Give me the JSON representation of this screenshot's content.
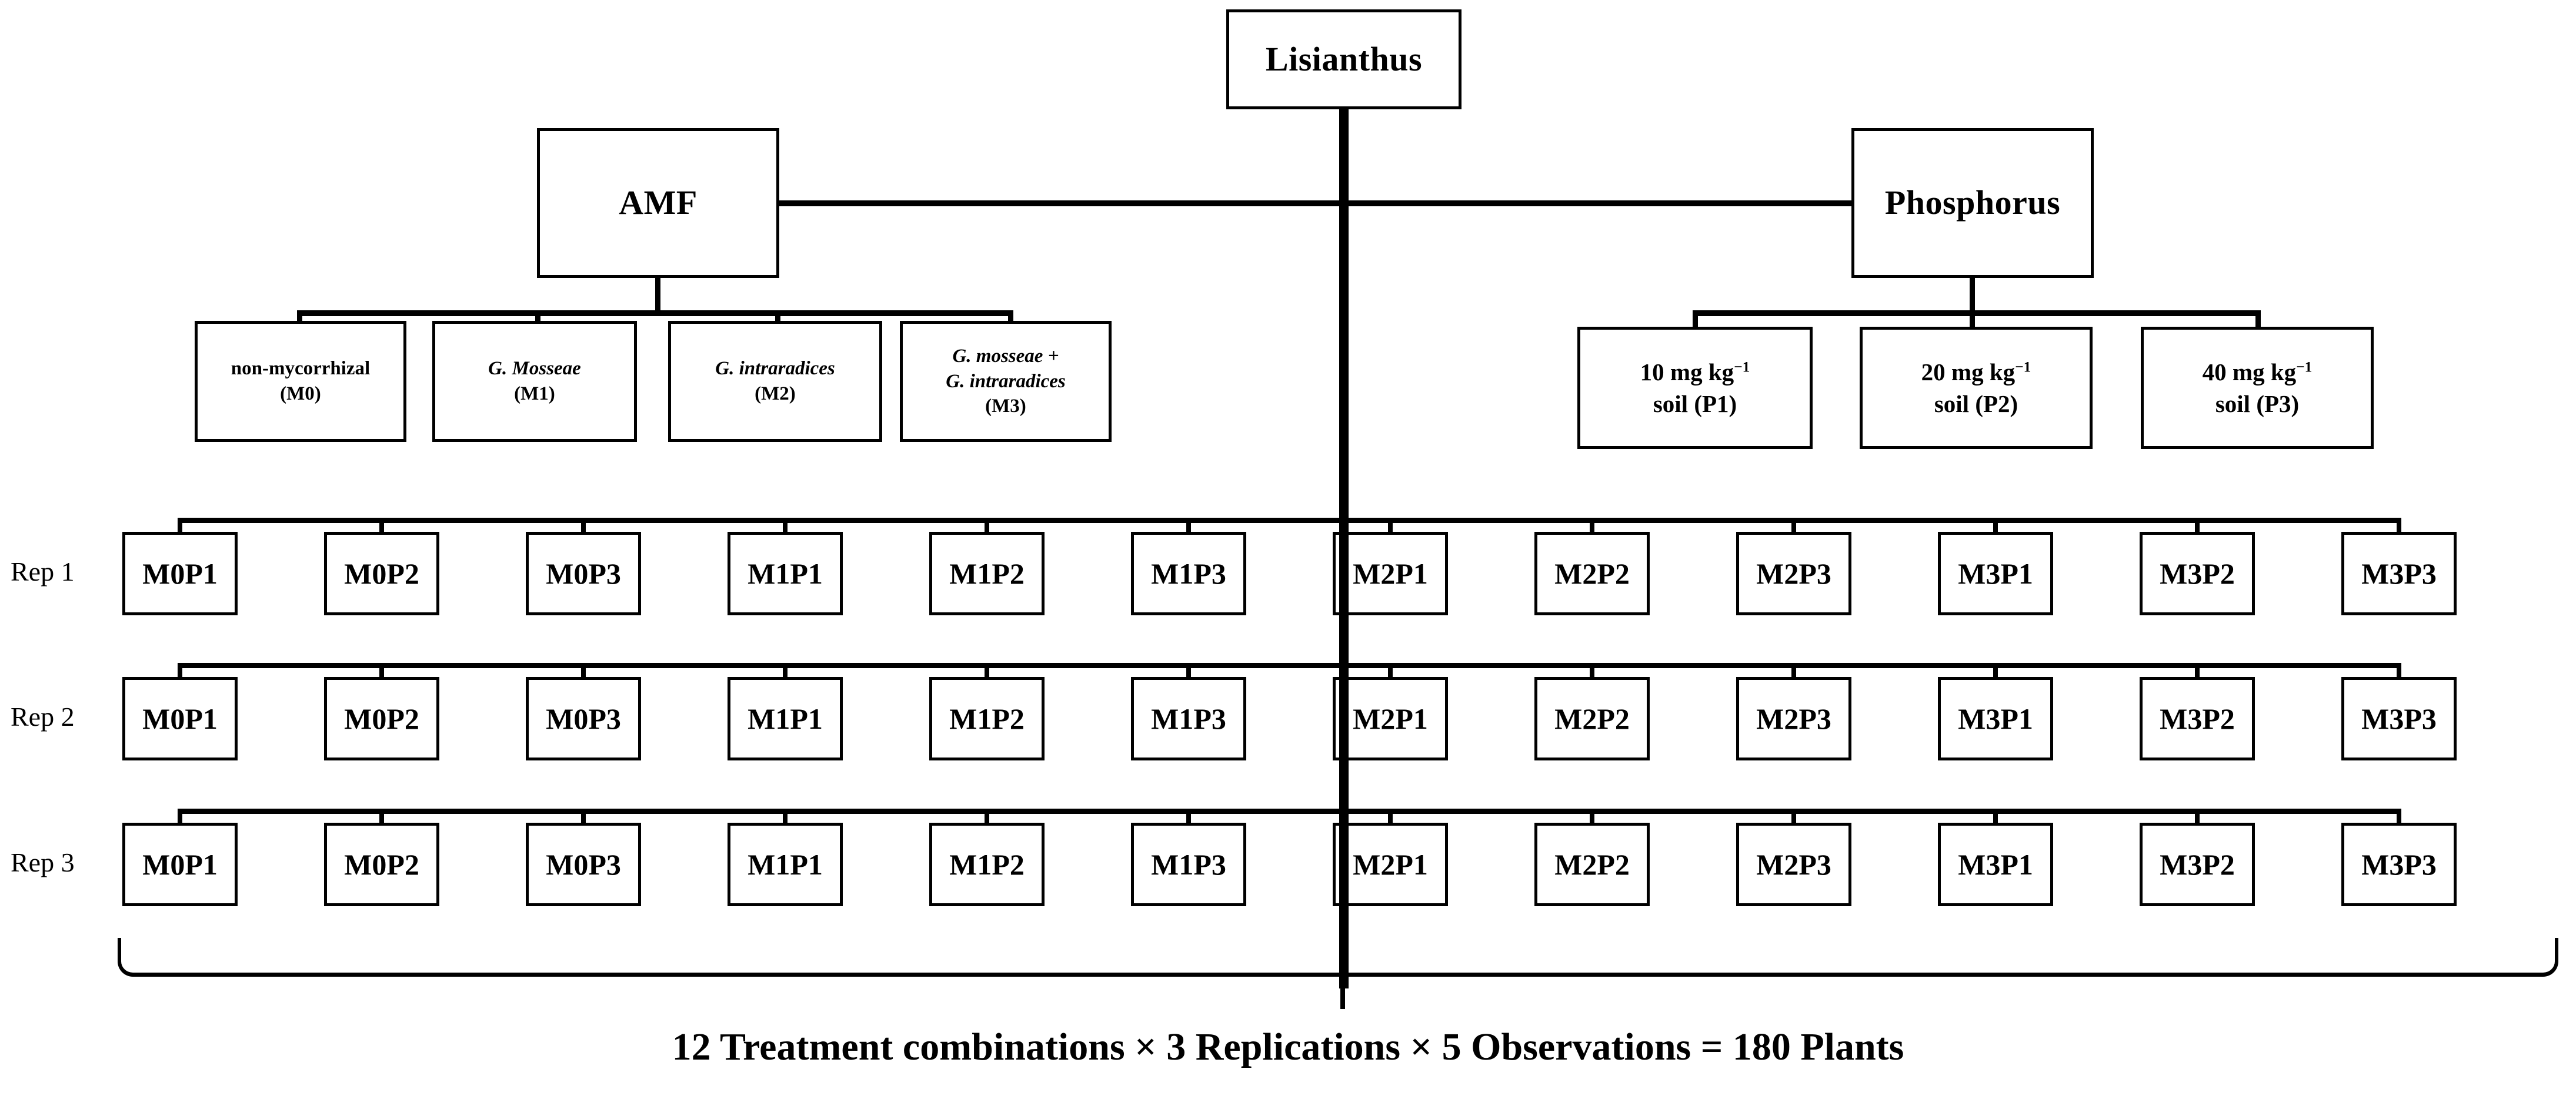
{
  "diagram": {
    "title": "Lisianthus",
    "root": {
      "label": "Lisianthus"
    },
    "factors": [
      {
        "key": "amf",
        "label": "AMF"
      },
      {
        "key": "phosphorus",
        "label": "Phosphorus"
      }
    ],
    "amf_levels": [
      {
        "code": "M0",
        "line1": "non-mycorrhizal",
        "line2": "",
        "line3": "(M0)",
        "italic1": false,
        "italic2": false
      },
      {
        "code": "M1",
        "line1": "G. Mosseae",
        "line2": "",
        "line3": "(M1)",
        "italic1": true,
        "italic2": false
      },
      {
        "code": "M2",
        "line1": "G. intraradices",
        "line2": "",
        "line3": "(M2)",
        "italic1": true,
        "italic2": false
      },
      {
        "code": "M3",
        "line1": "G. mosseae +",
        "line2": "G. intraradices",
        "line3": "(M3)",
        "italic1": true,
        "italic2": true
      }
    ],
    "p_levels": [
      {
        "code": "P1",
        "rate": "10",
        "unit": "mg kg",
        "exponent": "−1",
        "line2": "soil (P1)"
      },
      {
        "code": "P2",
        "rate": "20",
        "unit": "mg kg",
        "exponent": "−1",
        "line2": "soil (P2)"
      },
      {
        "code": "P3",
        "rate": "40",
        "unit": "mg kg",
        "exponent": "−1",
        "line2": "soil (P3)"
      }
    ],
    "replications": [
      {
        "label": "Rep 1",
        "plots": [
          "M0P1",
          "M0P2",
          "M0P3",
          "M1P1",
          "M1P2",
          "M1P3",
          "M2P1",
          "M2P2",
          "M2P3",
          "M3P1",
          "M3P2",
          "M3P3"
        ]
      },
      {
        "label": "Rep 2",
        "plots": [
          "M0P1",
          "M0P2",
          "M0P3",
          "M1P1",
          "M1P2",
          "M1P3",
          "M2P1",
          "M2P2",
          "M2P3",
          "M3P1",
          "M3P2",
          "M3P3"
        ]
      },
      {
        "label": "Rep 3",
        "plots": [
          "M0P1",
          "M0P2",
          "M0P3",
          "M1P1",
          "M1P2",
          "M1P3",
          "M2P1",
          "M2P2",
          "M2P3",
          "M3P1",
          "M3P2",
          "M3P3"
        ]
      }
    ],
    "summary": "12 Treatment combinations × 3 Replications  × 5 Observations = 180 Plants",
    "summary_parts": {
      "treatments": "12",
      "replications": "3",
      "observations": "5",
      "total_plants": "180"
    },
    "colors": {
      "line": "#000000",
      "background": "#ffffff",
      "text": "#000000"
    }
  }
}
